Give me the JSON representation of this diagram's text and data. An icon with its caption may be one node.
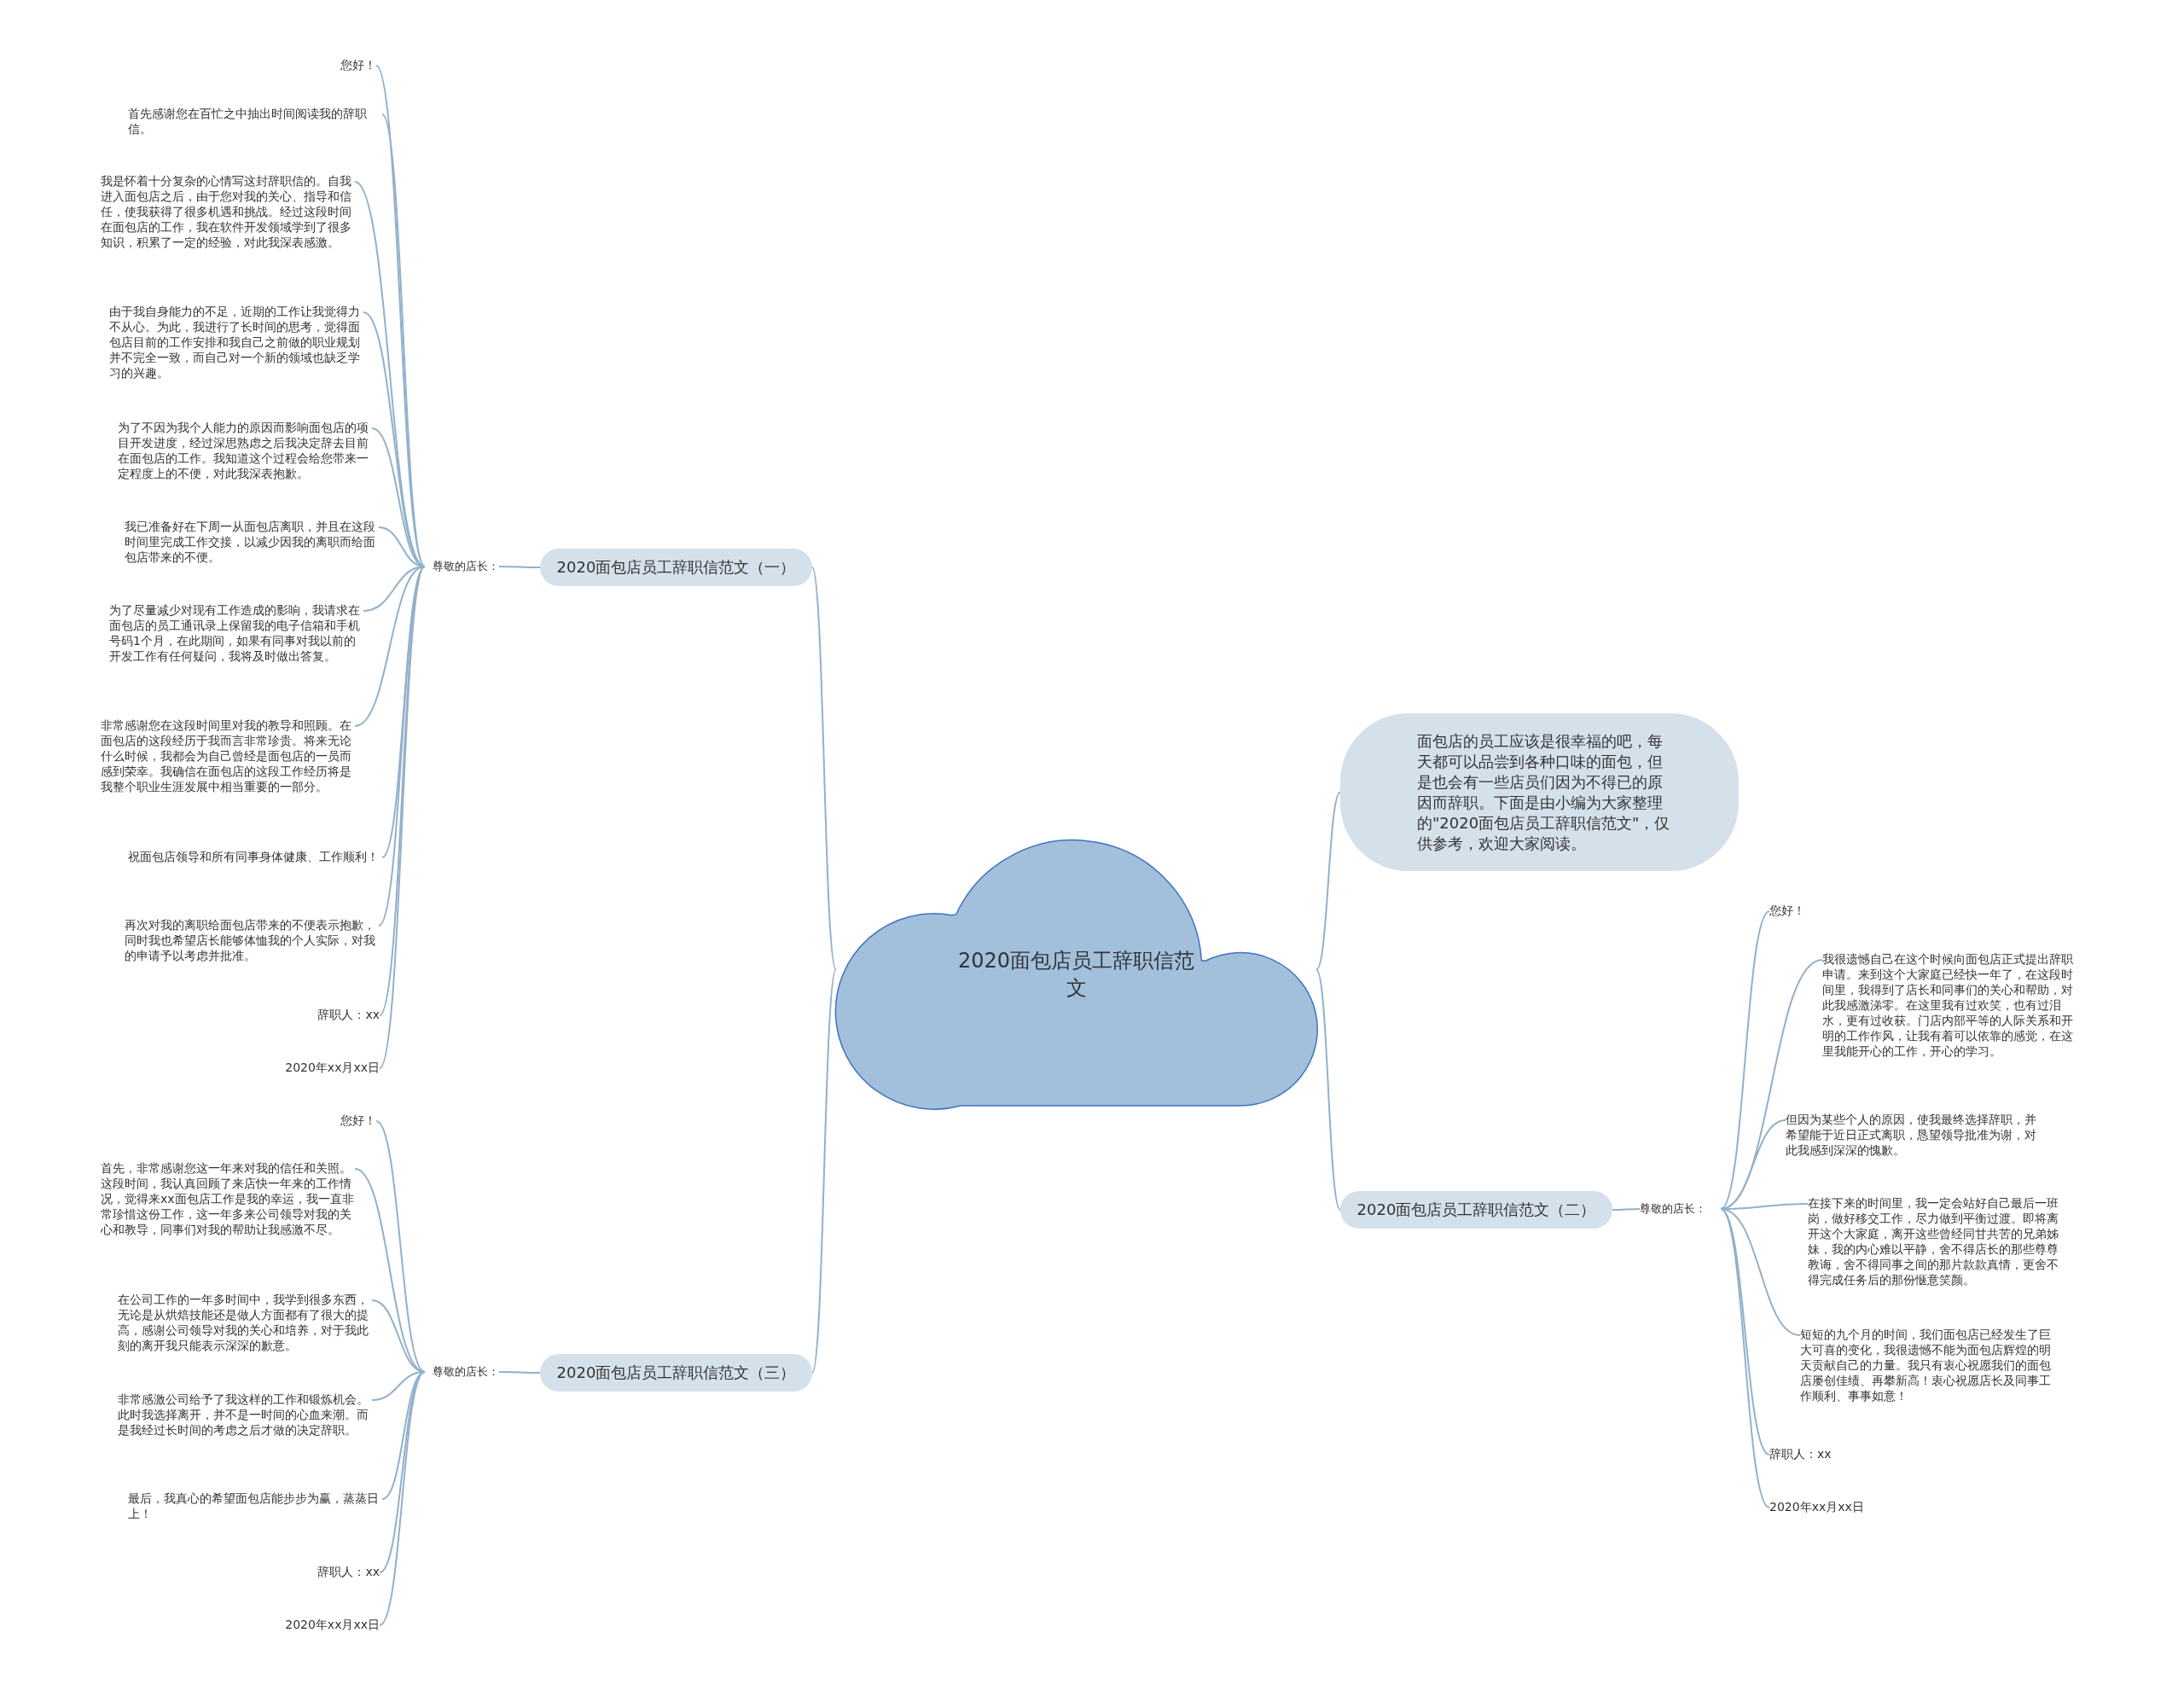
{
  "diagram": {
    "nodes": [
      {
        "text": [
          "2020面包店员工辞职信范文"
        ]
      },
      {
        "text": [
          "面包店的员工应该是很幸福的吧，每天都可以品尝到各种口味的面包，但是也会有一些店员们因为不得已的原因而辞职。下面是由小编为大家整理的\"2020面包店员工辞职信范文\"，仅供参考，欢迎大家阅读。"
        ]
      },
      {
        "text": [
          "2020面包店员工辞职信范文（二）"
        ]
      },
      {
        "text": [
          "尊敬的店长："
        ]
      },
      {
        "text": [
          "您好！"
        ]
      },
      {
        "text": [
          "我很遗憾自己在这个时候向面包店正式提出辞职申请。来到这个大家庭已经快一年了，在这段时间里，我得到了店长和同事们的关心和帮助，对此我感激涕零。在这里我有过欢笑，也有过泪水，更有过收获。门店内部平等的人际关系和开明的工作作风，让我有着可以依靠的感觉，在这里我能开心的工作，开心的学习。"
        ]
      },
      {
        "text": [
          "但因为某些个人的原因，使我最终选择辞职，并希望能于近日正式离职，恳望领导批准为谢，对此我感到深深的愧歉。"
        ]
      },
      {
        "text": [
          "在接下来的时间里，我一定会站好自己最后一班岗，做好移交工作，尽力做到平衡过渡。即将离开这个大家庭，离开这些曾经同甘共苦的兄弟姊妹，我的内心难以平静，舍不得店长的那些尊尊教诲，舍不得同事之间的那片款款真情，更舍不得完成任务后的那份惬意笑颜。"
        ]
      },
      {
        "text": [
          "短短的九个月的时间，我们面包店已经发生了巨大可喜的变化，我很遗憾不能为面包店辉煌的明天贡献自己的力量。我只有衷心祝愿我们的面包店屡创佳绩、再攀新高！衷心祝愿店长及同事工作顺利、事事如意！"
        ]
      },
      {
        "text": [
          "辞职人：xx"
        ]
      },
      {
        "text": [
          "2020年xx月xx日"
        ]
      },
      {
        "text": [
          "2020面包店员工辞职信范文（一）"
        ]
      },
      {
        "text": [
          "尊敬的店长："
        ]
      },
      {
        "text": [
          "您好！"
        ]
      },
      {
        "text": [
          "首先感谢您在百忙之中抽出时间阅读我的辞职信。"
        ]
      },
      {
        "text": [
          "我是怀着十分复杂的心情写这封辞职信的。自我进入面包店之后，由于您对我的关心、指导和信任，使我获得了很多机遇和挑战。经过这段时间在面包店的工作，我在软件开发领域学到了很多知识，积累了一定的经验，对此我深表感激。"
        ]
      },
      {
        "text": [
          "由于我自身能力的不足，近期的工作让我觉得力不从心。为此，我进行了长时间的思考，觉得面包店目前的工作安排和我自己之前做的职业规划并不完全一致，而自己对一个新的领域也缺乏学习的兴趣。"
        ]
      },
      {
        "text": [
          "为了不因为我个人能力的原因而影响面包店的项目开发进度，经过深思熟虑之后我决定辞去目前在面包店的工作。我知道这个过程会给您带来一定程度上的不便，对此我深表抱歉。"
        ]
      },
      {
        "text": [
          "我已准备好在下周一从面包店离职，并且在这段时间里完成工作交接，以减少因我的离职而给面包店带来的不便。"
        ]
      },
      {
        "text": [
          "为了尽量减少对现有工作造成的影响，我请求在面包店的员工通讯录上保留我的电子信箱和手机号码1个月，在此期间，如果有同事对我以前的开发工作有任何疑问，我将及时做出答复。"
        ]
      },
      {
        "text": [
          "非常感谢您在这段时间里对我的教导和照顾。在面包店的这段经历于我而言非常珍贵。将来无论什么时候，我都会为自己曾经是面包店的一员而感到荣幸。我确信在面包店的这段工作经历将是我整个职业生涯发展中相当重要的一部分。"
        ]
      },
      {
        "text": [
          "祝面包店领导和所有同事身体健康、工作顺利！"
        ]
      },
      {
        "text": [
          "再次对我的离职给面包店带来的不便表示抱歉，同时我也希望店长能够体恤我的个人实际，对我的申请予以考虑并批准。"
        ]
      },
      {
        "text": [
          "辞职人：xx"
        ]
      },
      {
        "text": [
          "2020年xx月xx日"
        ]
      },
      {
        "text": [
          "2020面包店员工辞职信范文（三）"
        ]
      },
      {
        "text": [
          "尊敬的店长："
        ]
      },
      {
        "text": [
          "您好！"
        ]
      },
      {
        "text": [
          "首先，非常感谢您这一年来对我的信任和关照。这段时间，我认真回顾了来店快一年来的工作情况，觉得来xx面包店工作是我的幸运，我一直非常珍惜这份工作，这一年多来公司领导对我的关心和教导，同事们对我的帮助让我感激不尽。"
        ]
      },
      {
        "text": [
          "在公司工作的一年多时间中，我学到很多东西，无论是从烘焙技能还是做人方面都有了很大的提高，感谢公司领导对我的关心和培养，对于我此刻的离开我只能表示深深的歉意。"
        ]
      },
      {
        "text": [
          "非常感激公司给予了我这样的工作和锻炼机会。此时我选择离开，并不是一时间的心血来潮。而是我经过长时间的考虑之后才做的决定辞职。"
        ]
      },
      {
        "text": [
          "最后，我真心的希望面包店能步步为赢，蒸蒸日上！"
        ]
      },
      {
        "text": [
          "辞职人：xx"
        ]
      },
      {
        "text": [
          "2020年xx月xx日"
        ]
      }
    ],
    "edges": [
      {
        "from": 0,
        "to": 1,
        "arrow": "none"
      },
      {
        "from": 0,
        "to": 2,
        "arrow": "none"
      },
      {
        "from": 2,
        "to": 3,
        "arrow": "none"
      },
      {
        "from": 3,
        "to": 4,
        "arrow": "none"
      },
      {
        "from": 3,
        "to": 5,
        "arrow": "none"
      },
      {
        "from": 3,
        "to": 6,
        "arrow": "none"
      },
      {
        "from": 3,
        "to": 7,
        "arrow": "none"
      },
      {
        "from": 3,
        "to": 8,
        "arrow": "none"
      },
      {
        "from": 3,
        "to": 9,
        "arrow": "none"
      },
      {
        "from": 3,
        "to": 10,
        "arrow": "none"
      },
      {
        "from": 0,
        "to": 11,
        "arrow": "none"
      },
      {
        "from": 11,
        "to": 12,
        "arrow": "none"
      },
      {
        "from": 12,
        "to": 13,
        "arrow": "none"
      },
      {
        "from": 12,
        "to": 14,
        "arrow": "none"
      },
      {
        "from": 12,
        "to": 15,
        "arrow": "none"
      },
      {
        "from": 12,
        "to": 16,
        "arrow": "none"
      },
      {
        "from": 12,
        "to": 17,
        "arrow": "none"
      },
      {
        "from": 12,
        "to": 18,
        "arrow": "none"
      },
      {
        "from": 12,
        "to": 19,
        "arrow": "none"
      },
      {
        "from": 12,
        "to": 20,
        "arrow": "none"
      },
      {
        "from": 12,
        "to": 21,
        "arrow": "none"
      },
      {
        "from": 12,
        "to": 22,
        "arrow": "none"
      },
      {
        "from": 12,
        "to": 23,
        "arrow": "none"
      },
      {
        "from": 12,
        "to": 24,
        "arrow": "none"
      },
      {
        "from": 0,
        "to": 25,
        "arrow": "none"
      },
      {
        "from": 25,
        "to": 26,
        "arrow": "none"
      },
      {
        "from": 26,
        "to": 27,
        "arrow": "none"
      },
      {
        "from": 26,
        "to": 28,
        "arrow": "none"
      },
      {
        "from": 26,
        "to": 29,
        "arrow": "none"
      },
      {
        "from": 26,
        "to": 30,
        "arrow": "none"
      },
      {
        "from": 26,
        "to": 31,
        "arrow": "none"
      },
      {
        "from": 26,
        "to": 32,
        "arrow": "none"
      },
      {
        "from": 26,
        "to": 33,
        "arrow": "none"
      }
    ]
  }
}
